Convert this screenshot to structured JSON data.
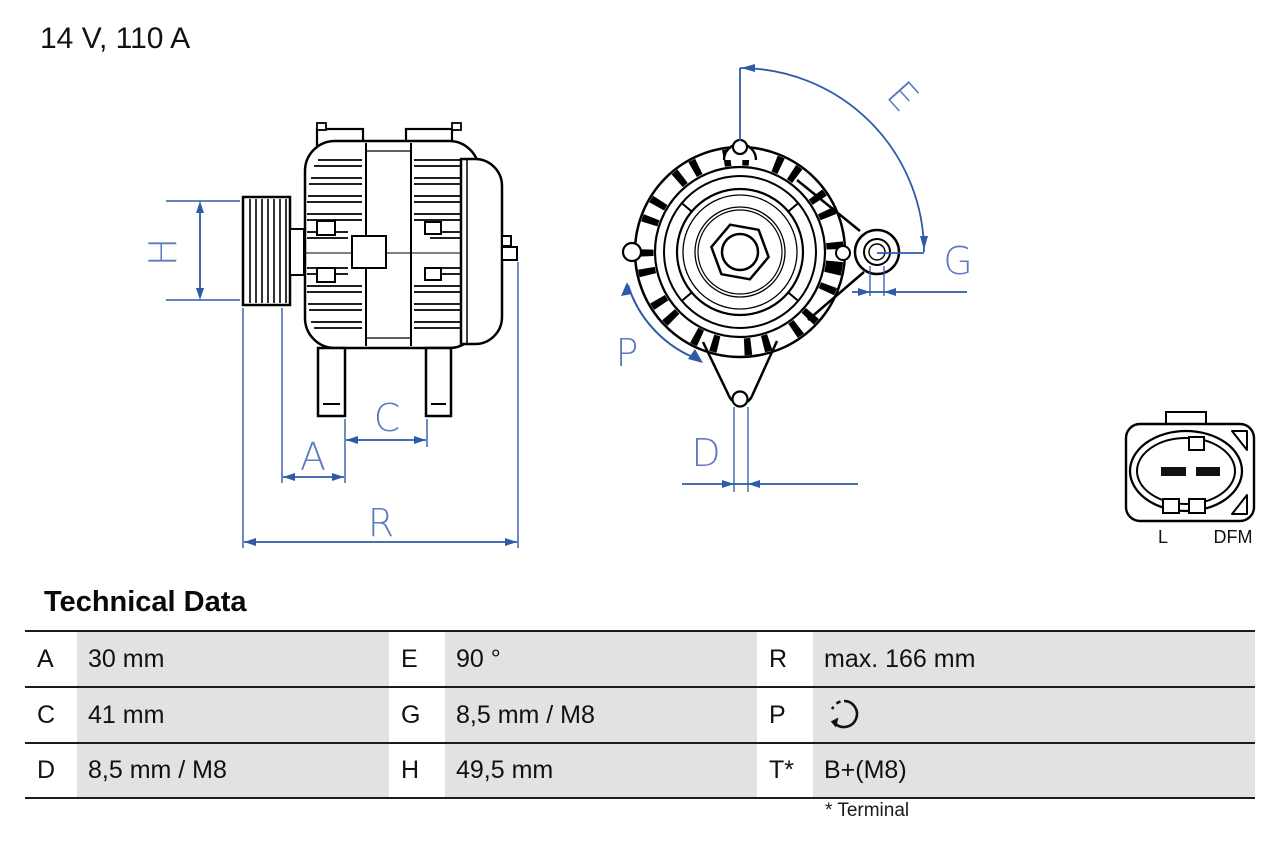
{
  "header": {
    "rating": "14 V, 110 A"
  },
  "diagram": {
    "dimension_labels": {
      "H": "H",
      "A": "A",
      "C": "C",
      "R": "R",
      "E": "E",
      "G": "G",
      "P": "P",
      "D": "D"
    },
    "connector_labels": {
      "left": "L",
      "right": "DFM"
    },
    "colors": {
      "dimension_line": "#2e5aa8",
      "dimension_label": "#5c7cc0",
      "drawing": "#000000",
      "table_value_bg": "#e2e2e2"
    },
    "icons": {
      "rotation_direction": "circular-arrow-rotation-icon"
    }
  },
  "table": {
    "title": "Technical Data",
    "rows": [
      {
        "cells": [
          {
            "k": "A",
            "v": "30 mm"
          },
          {
            "k": "E",
            "v": "90 °"
          },
          {
            "k": "R",
            "v": "max. 166 mm"
          }
        ]
      },
      {
        "cells": [
          {
            "k": "C",
            "v": "41 mm"
          },
          {
            "k": "G",
            "v": "8,5 mm / M8"
          },
          {
            "k": "P",
            "v": ""
          }
        ]
      },
      {
        "cells": [
          {
            "k": "D",
            "v": "8,5 mm / M8"
          },
          {
            "k": "H",
            "v": "49,5 mm"
          },
          {
            "k": "T*",
            "v": "B+(M8)"
          }
        ]
      }
    ],
    "footnote": "* Terminal"
  }
}
